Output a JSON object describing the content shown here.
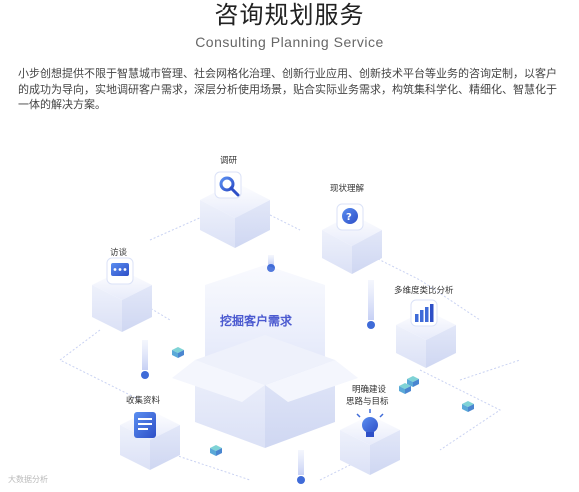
{
  "header": {
    "title": "咨询规划服务",
    "subtitle": "Consulting Planning Service"
  },
  "description": "小步创想提供不限于智慧城市管理、社会网格化治理、创新行业应用、创新技术平台等业务的咨询定制，以客户的成功为导向，实地调研客户需求，深层分析使用场景，贴合实际业务需求，构筑集科学化、精细化、智慧化于一体的解决方案。",
  "diagram": {
    "center_label": "挖掘客户需求",
    "nodes": {
      "research": "调研",
      "understanding": "现状理解",
      "interview": "访谈",
      "analysis": "多维度类比分析",
      "collect": "收集资料",
      "goal_line1": "明确建设",
      "goal_line2": "思路与目标"
    },
    "watermark": "大数据分析",
    "colors": {
      "accent": "#3f6bd8",
      "cube_light": "#eef1fb",
      "line": "#c9d2f2"
    }
  }
}
